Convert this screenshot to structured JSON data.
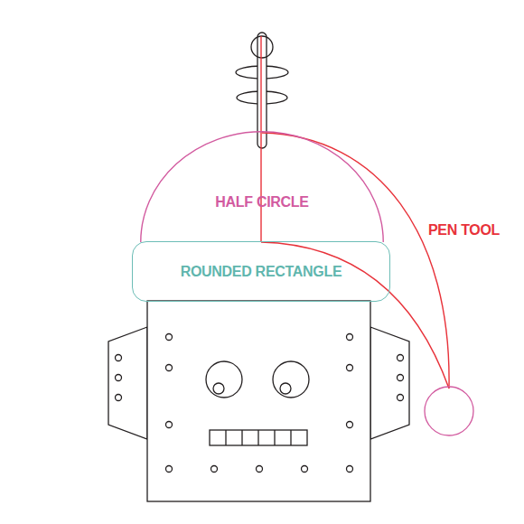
{
  "diagram": {
    "nodes": [
      {
        "text": [
          "HALF CIRCLE"
        ]
      },
      {
        "text": [
          "ROUNDED RECTANGLE"
        ]
      }
    ],
    "labels": [
      "PEN TOOL"
    ]
  }
}
